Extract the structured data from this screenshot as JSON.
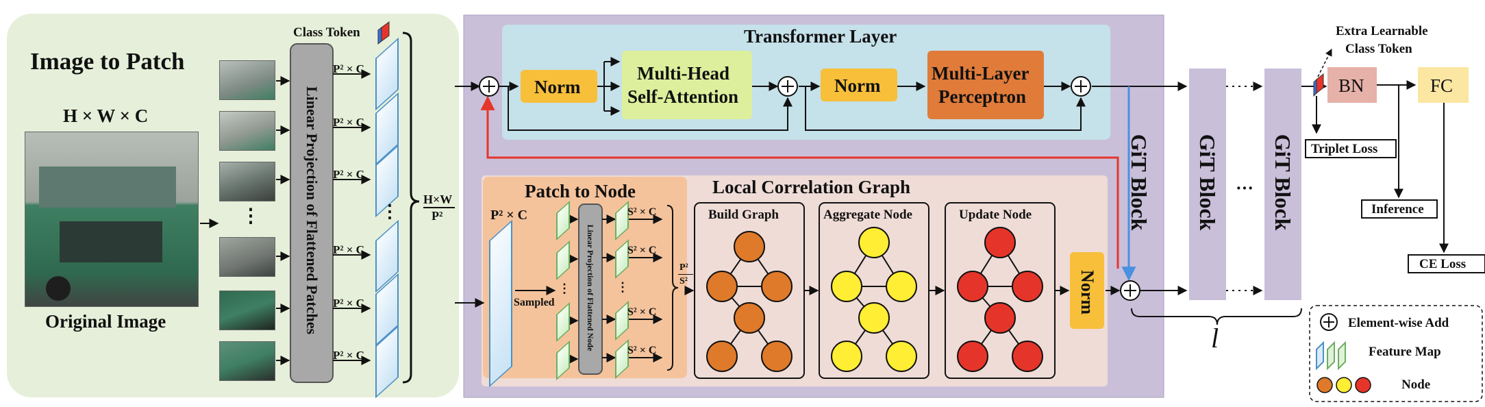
{
  "image_to_patch": {
    "title": "Image to Patch",
    "dims": "H × W × C",
    "caption": "Original Image",
    "class_token": "Class Token",
    "projection": "Linear Projection of Flattened Patches",
    "patch_size": "P² × C",
    "ellipsis_v": "⋮",
    "patches_count_num": "H×W",
    "patches_count_den": "P²"
  },
  "transformer": {
    "title": "Transformer Layer",
    "norm1": "Norm",
    "mhsa_line1": "Multi-Head",
    "mhsa_line2": "Self-Attention",
    "norm2": "Norm",
    "mlp_line1": "Multi-Layer",
    "mlp_line2": "Perceptron"
  },
  "local_graph": {
    "title": "Local Correlation Graph",
    "patch_to_node": "Patch to Node",
    "input_dims": "P² × C",
    "sampled": "Sampled",
    "projection": "Linear Projection of Flattened Node",
    "node_size": "S² × C",
    "nodes_count_num": "P²",
    "nodes_count_den": "S²",
    "build_graph": "Build Graph",
    "aggregate_node": "Aggregate Node",
    "update_node": "Update Node",
    "norm": "Norm"
  },
  "blocks": {
    "label": "GiT  Block",
    "ellipsis": "···",
    "repeat": "l"
  },
  "head": {
    "extra_token_line1": "Extra Learnable",
    "extra_token_line2": "Class Token",
    "bn": "BN",
    "fc": "FC",
    "triplet_loss": "Triplet Loss",
    "inference": "Inference",
    "ce_loss": "CE Loss"
  },
  "legend": {
    "add_symbol": "+",
    "add_label": "Element-wise Add",
    "feature_map_label": "Feature Map",
    "node_label": "Node"
  },
  "colors": {
    "left_panel": "#e6efd9",
    "git_block": "#c9bfd9",
    "transformer_bg": "#c5e1ea",
    "graph_bg": "#efdcd6",
    "patch_node_bg": "#f4c39c",
    "norm": "#f7bf3a",
    "mhsa": "#ddef9c",
    "mlp": "#e07b3a",
    "node_build": "#df7a2a",
    "node_aggregate": "#ffee33",
    "node_update": "#e5352a",
    "bn": "#e6b1a8",
    "fc": "#fbe6a2",
    "red_arrow": "#e5352a",
    "blue_arrow": "#4a90e0"
  }
}
